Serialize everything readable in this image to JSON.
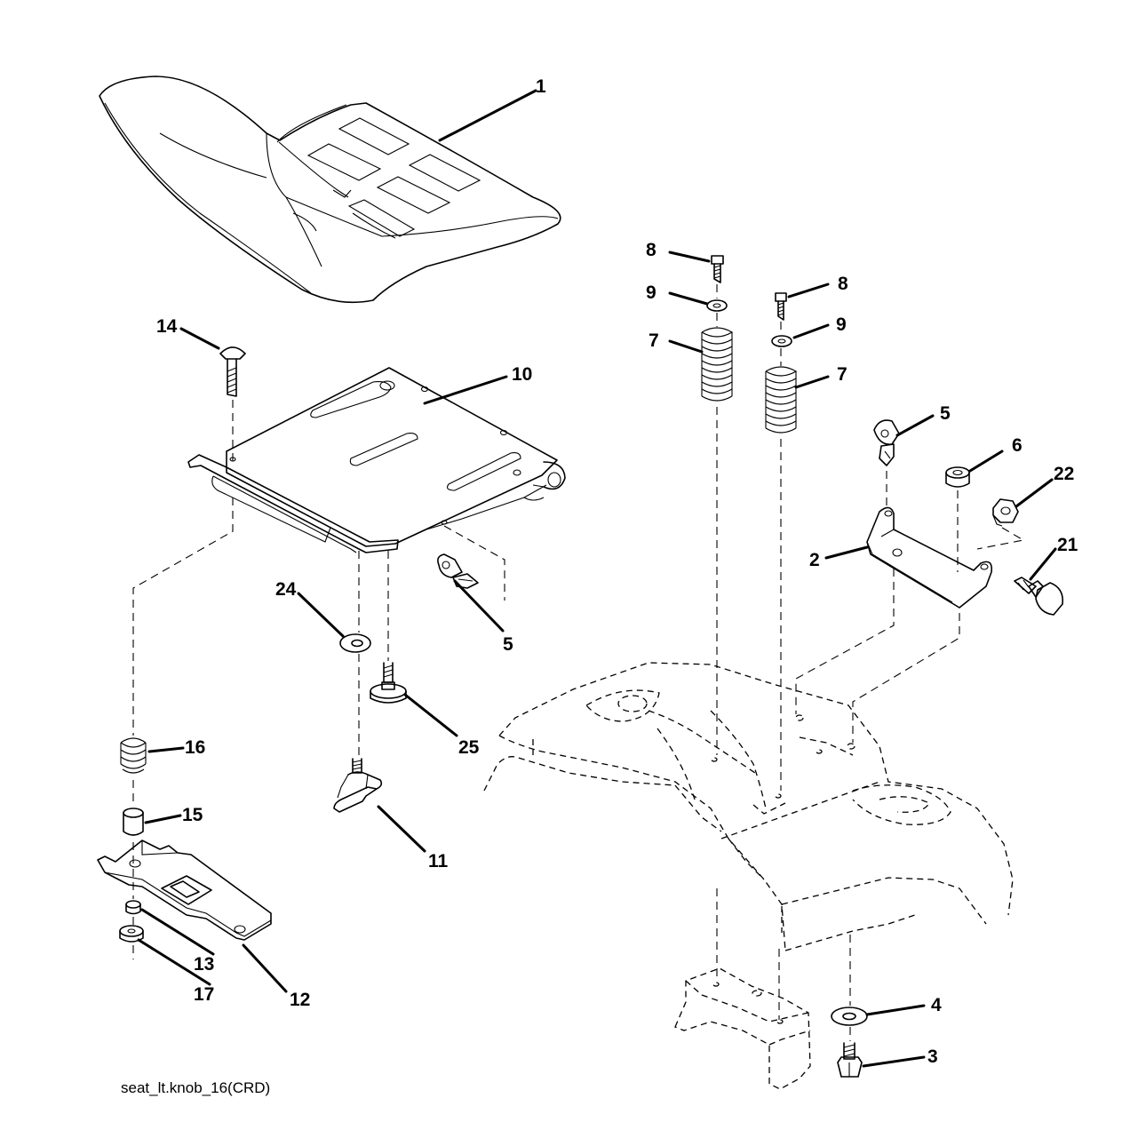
{
  "caption": "seat_lt.knob_16(CRD)",
  "callouts": [
    {
      "id": "c1",
      "label": "1"
    },
    {
      "id": "c14",
      "label": "14"
    },
    {
      "id": "c10",
      "label": "10"
    },
    {
      "id": "c5a",
      "label": "5"
    },
    {
      "id": "c24",
      "label": "24"
    },
    {
      "id": "c25",
      "label": "25"
    },
    {
      "id": "c16",
      "label": "16"
    },
    {
      "id": "c15",
      "label": "15"
    },
    {
      "id": "c11",
      "label": "11"
    },
    {
      "id": "c13",
      "label": "13"
    },
    {
      "id": "c17",
      "label": "17"
    },
    {
      "id": "c12",
      "label": "12"
    },
    {
      "id": "c8a",
      "label": "8"
    },
    {
      "id": "c9a",
      "label": "9"
    },
    {
      "id": "c7a",
      "label": "7"
    },
    {
      "id": "c8b",
      "label": "8"
    },
    {
      "id": "c9b",
      "label": "9"
    },
    {
      "id": "c7b",
      "label": "7"
    },
    {
      "id": "c5b",
      "label": "5"
    },
    {
      "id": "c6",
      "label": "6"
    },
    {
      "id": "c22",
      "label": "22"
    },
    {
      "id": "c2",
      "label": "2"
    },
    {
      "id": "c21",
      "label": "21"
    },
    {
      "id": "c4",
      "label": "4"
    },
    {
      "id": "c3",
      "label": "3"
    }
  ]
}
